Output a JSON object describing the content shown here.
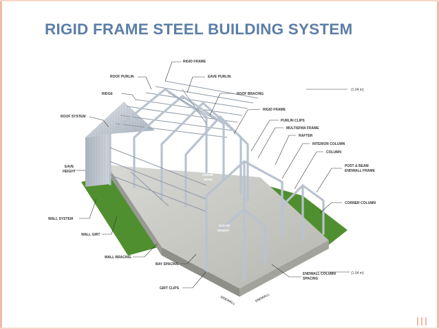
{
  "title": "RIGID FRAME STEEL BUILDING SYSTEM",
  "colors": {
    "title": "#5b7ea6",
    "border": "#f1b9a7",
    "grass": "#4f8f2f",
    "slab": "#c9c9c5",
    "steel": "#b9c3cf"
  },
  "labels": {
    "rigid_frame_top": "RIGID FRAME",
    "roof_purlin": "ROOF PURLIN",
    "eave_purlin": "EAVE PURLIN",
    "ridge": "RIDGE",
    "roof_bracing": "ROOF BRACING",
    "roof_system": "ROOF SYSTEM",
    "rigid_frame_mid": "RIGID FRAME",
    "purlin_clips": "PURLIN CLIPS",
    "multispan_frame": "MULTISPAN FRAME",
    "rafter": "RAFTER",
    "interior_column": "INTERIOR COLUMN",
    "column": "COLUMN",
    "eave_height_1": "EAVE",
    "eave_height_2": "HEIGHT",
    "post_beam_1": "POST & BEAM",
    "post_beam_2": "ENDWALL FRAME",
    "clear_span_1": "CLEAR",
    "clear_span_2": "SPAN",
    "corner_column": "CORNER COLUMN",
    "wall_system": "WALL SYSTEM",
    "clear_height_1": "CLEAR",
    "clear_height_2": "HEIGHT",
    "wall_girt": "WALL GIRT",
    "wall_bracing": "WALL BRACING",
    "bay_spacing": "BAY SPACING",
    "endwall_spacing_1": "ENDWALL COLUMN",
    "endwall_spacing_2": "SPACING",
    "girt_clips": "GIRT CLIPS",
    "sidewall": "SIDEWALL",
    "endwall": "ENDWALL",
    "dim_top": "(1.04 m)",
    "dim_bottom": "(1.04 m)"
  }
}
